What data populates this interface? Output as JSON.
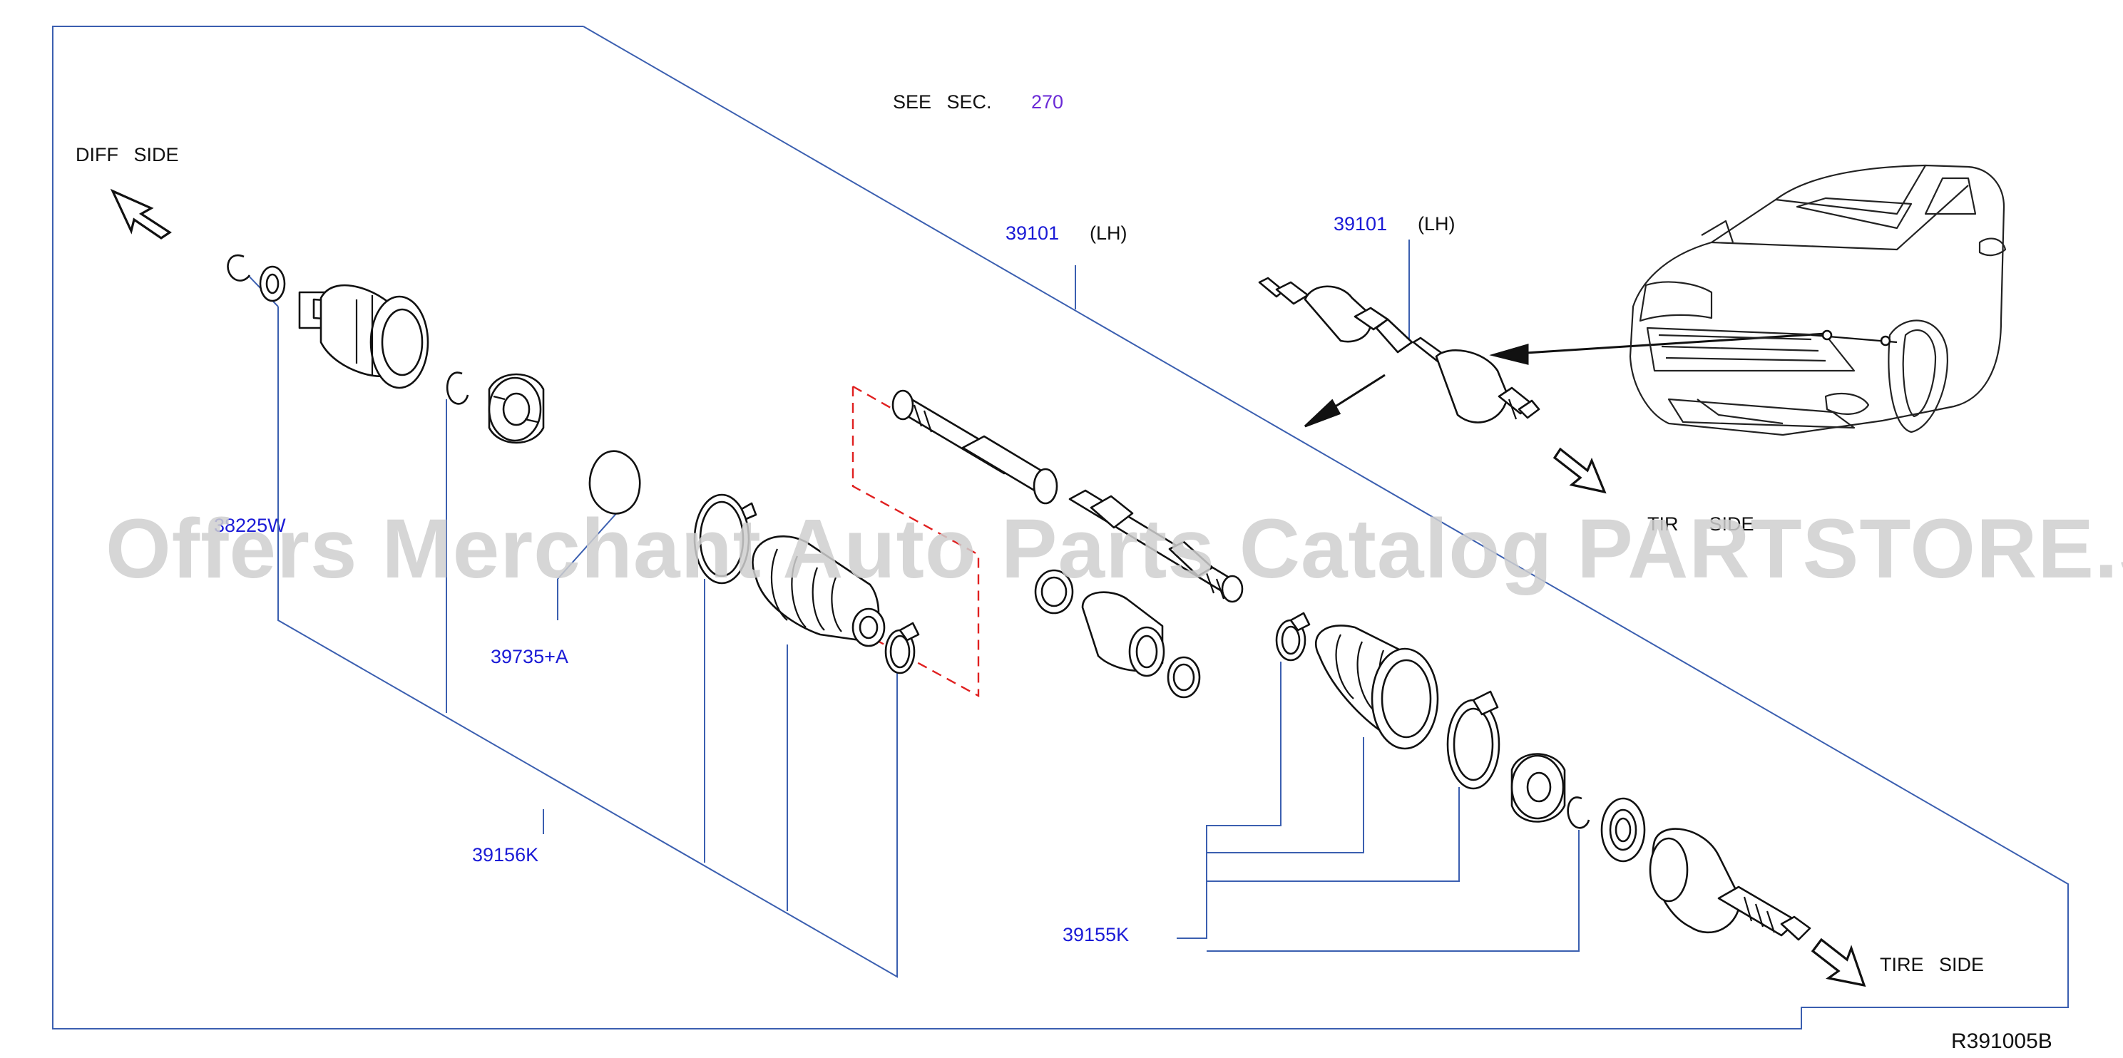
{
  "diagram": {
    "see_sec_prefix": "SEE SEC.",
    "see_sec_number": "270",
    "diff_side": "DIFF SIDE",
    "tire_side": "TIRE SIDE",
    "tire_side_partial": "TIR  SIDE",
    "figure_code": "R391005B",
    "watermark": "Offers Merchant Auto Parts Catalog PARTSTORE.SA",
    "callouts": {
      "main_shaft_code": "39101",
      "main_shaft_side": "(LH)",
      "inset_shaft_code": "39101",
      "inset_shaft_side": "(LH)",
      "inner_joint": "38225W",
      "circlip_kit": "39735+A",
      "inner_boot_kit": "39156K",
      "outer_boot_kit": "39155K"
    },
    "colors": {
      "callout_text": "#1a1ad6",
      "section_ref_text": "#6a2ad6",
      "leader_lines": "#3b5fb0",
      "hidden_outline": "#e02020",
      "watermark": "#cfcfcf"
    }
  }
}
